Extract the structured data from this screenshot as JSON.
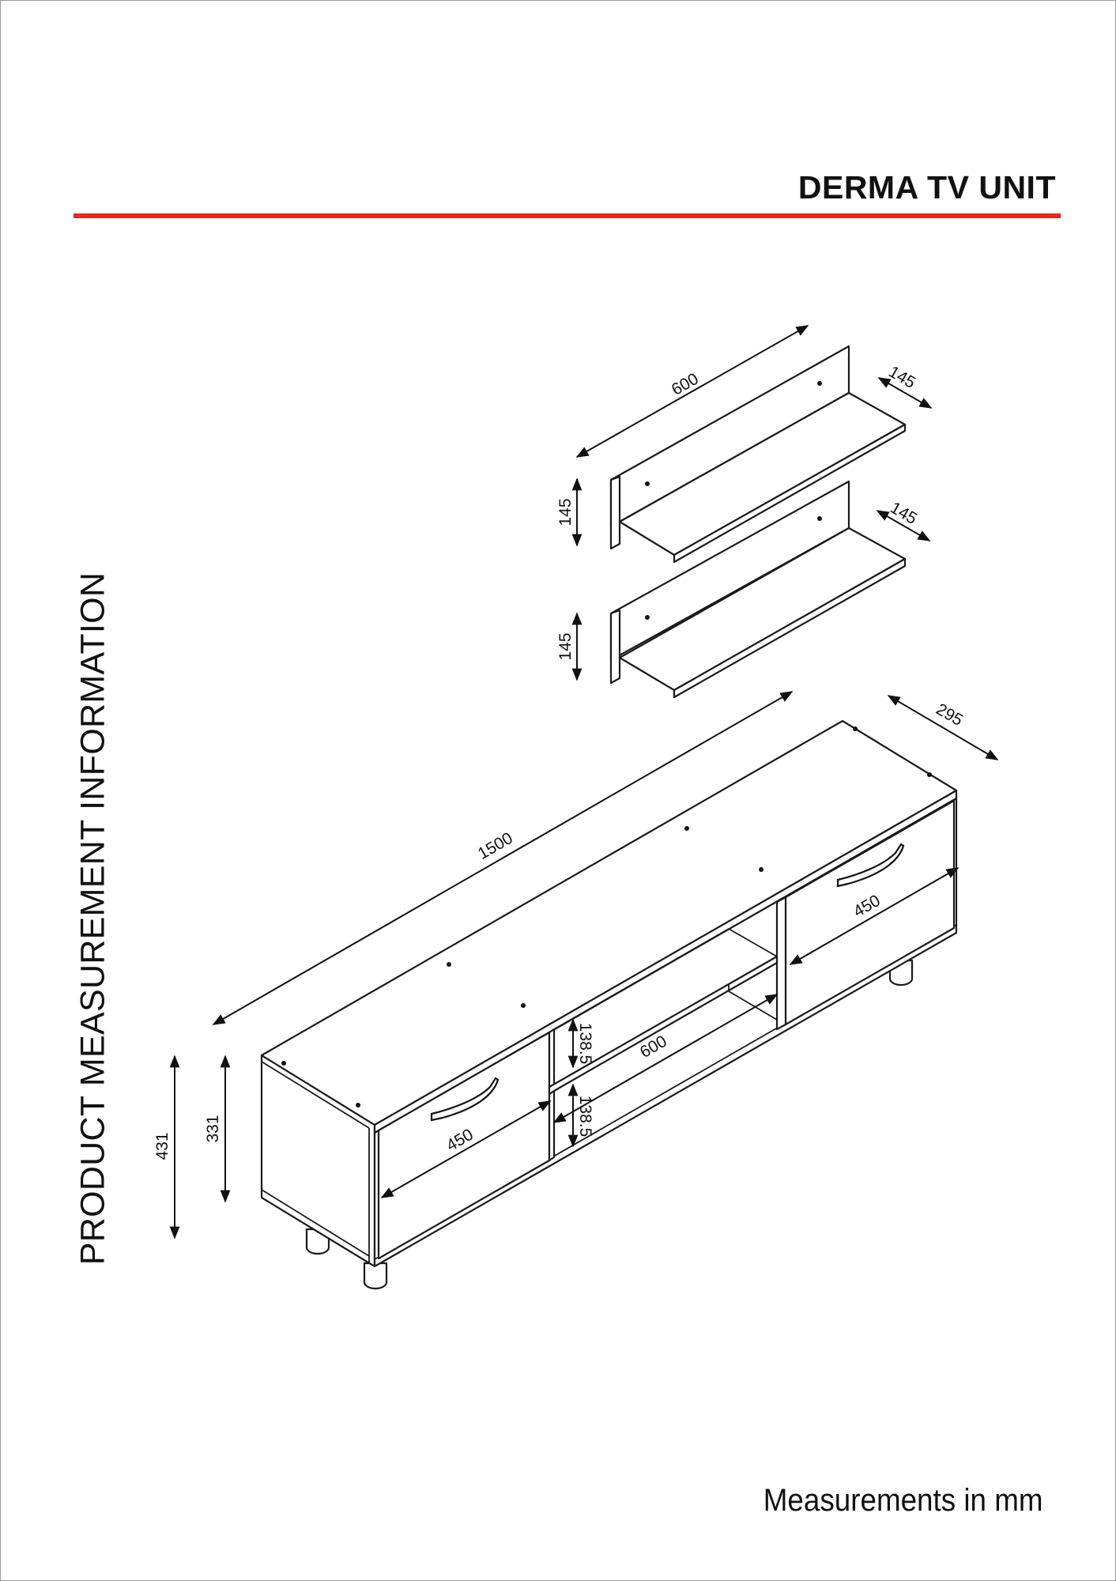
{
  "header": {
    "title": "DERMA TV UNIT",
    "accent_color": "#e8251d"
  },
  "side_label": "PRODUCT MEASUREMENT INFORMATION",
  "footer": {
    "units_note": "Measurements in mm"
  },
  "dimensions": {
    "shelf_width": "600",
    "shelf_depth_top": "145",
    "shelf_depth_bottom": "145",
    "shelf_height_top": "145",
    "shelf_height_bottom": "145",
    "unit_width": "1500",
    "unit_depth": "295",
    "door_width_right": "450",
    "door_width_left": "450",
    "middle_shelf_width": "600",
    "compartment_height_upper": "138.5",
    "compartment_height_lower": "138.5",
    "total_height": "431",
    "body_height": "331"
  }
}
